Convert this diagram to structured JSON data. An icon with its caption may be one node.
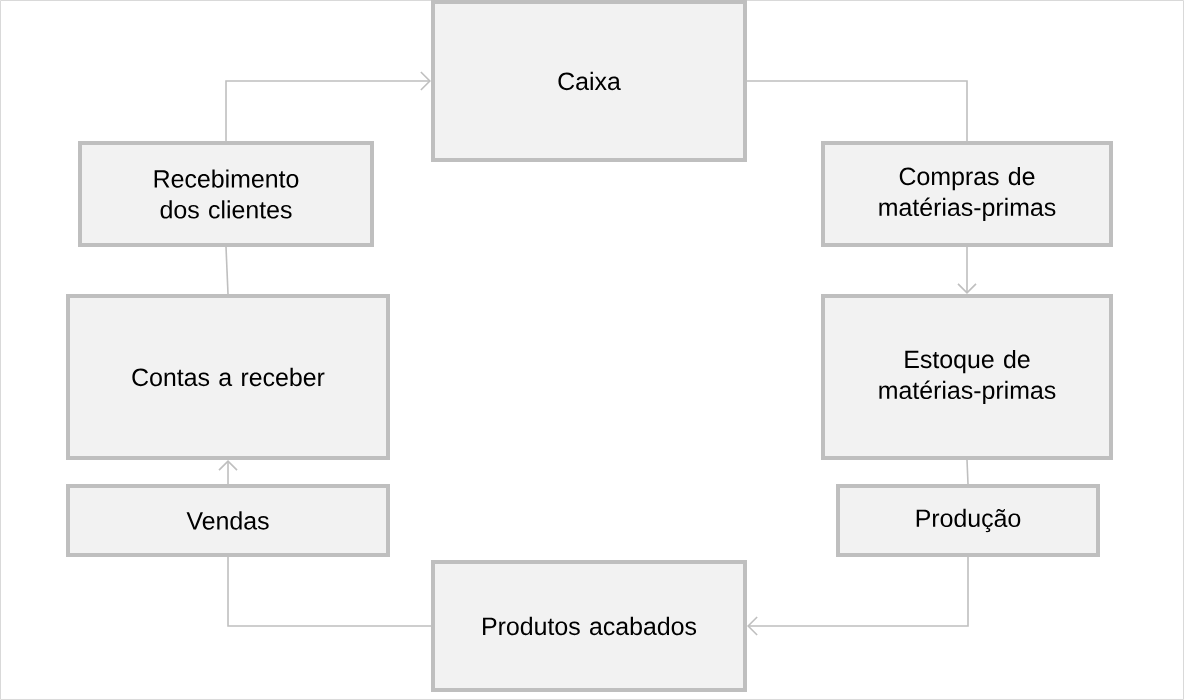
{
  "diagram": {
    "nodes": [
      {
        "text": [
          "Caixa"
        ]
      },
      {
        "text": [
          "Recebimento dos clientes"
        ]
      },
      {
        "text": [
          "Compras de matérias-primas"
        ]
      },
      {
        "text": [
          "Contas a receber"
        ]
      },
      {
        "text": [
          "Estoque de matérias-primas"
        ]
      },
      {
        "text": [
          "Vendas"
        ]
      },
      {
        "text": [
          "Produção"
        ]
      },
      {
        "text": [
          "Produtos acabados"
        ]
      }
    ],
    "edges": [
      {
        "from": 1,
        "to": 0,
        "arrow": "to"
      },
      {
        "from": 0,
        "to": 2,
        "arrow": "none"
      },
      {
        "from": 2,
        "to": 4,
        "arrow": "to"
      },
      {
        "from": 4,
        "to": 6,
        "arrow": "none"
      },
      {
        "from": 6,
        "to": 7,
        "arrow": "to"
      },
      {
        "from": 7,
        "to": 5,
        "arrow": "none"
      },
      {
        "from": 5,
        "to": 3,
        "arrow": "to"
      },
      {
        "from": 3,
        "to": 1,
        "arrow": "none"
      }
    ]
  }
}
